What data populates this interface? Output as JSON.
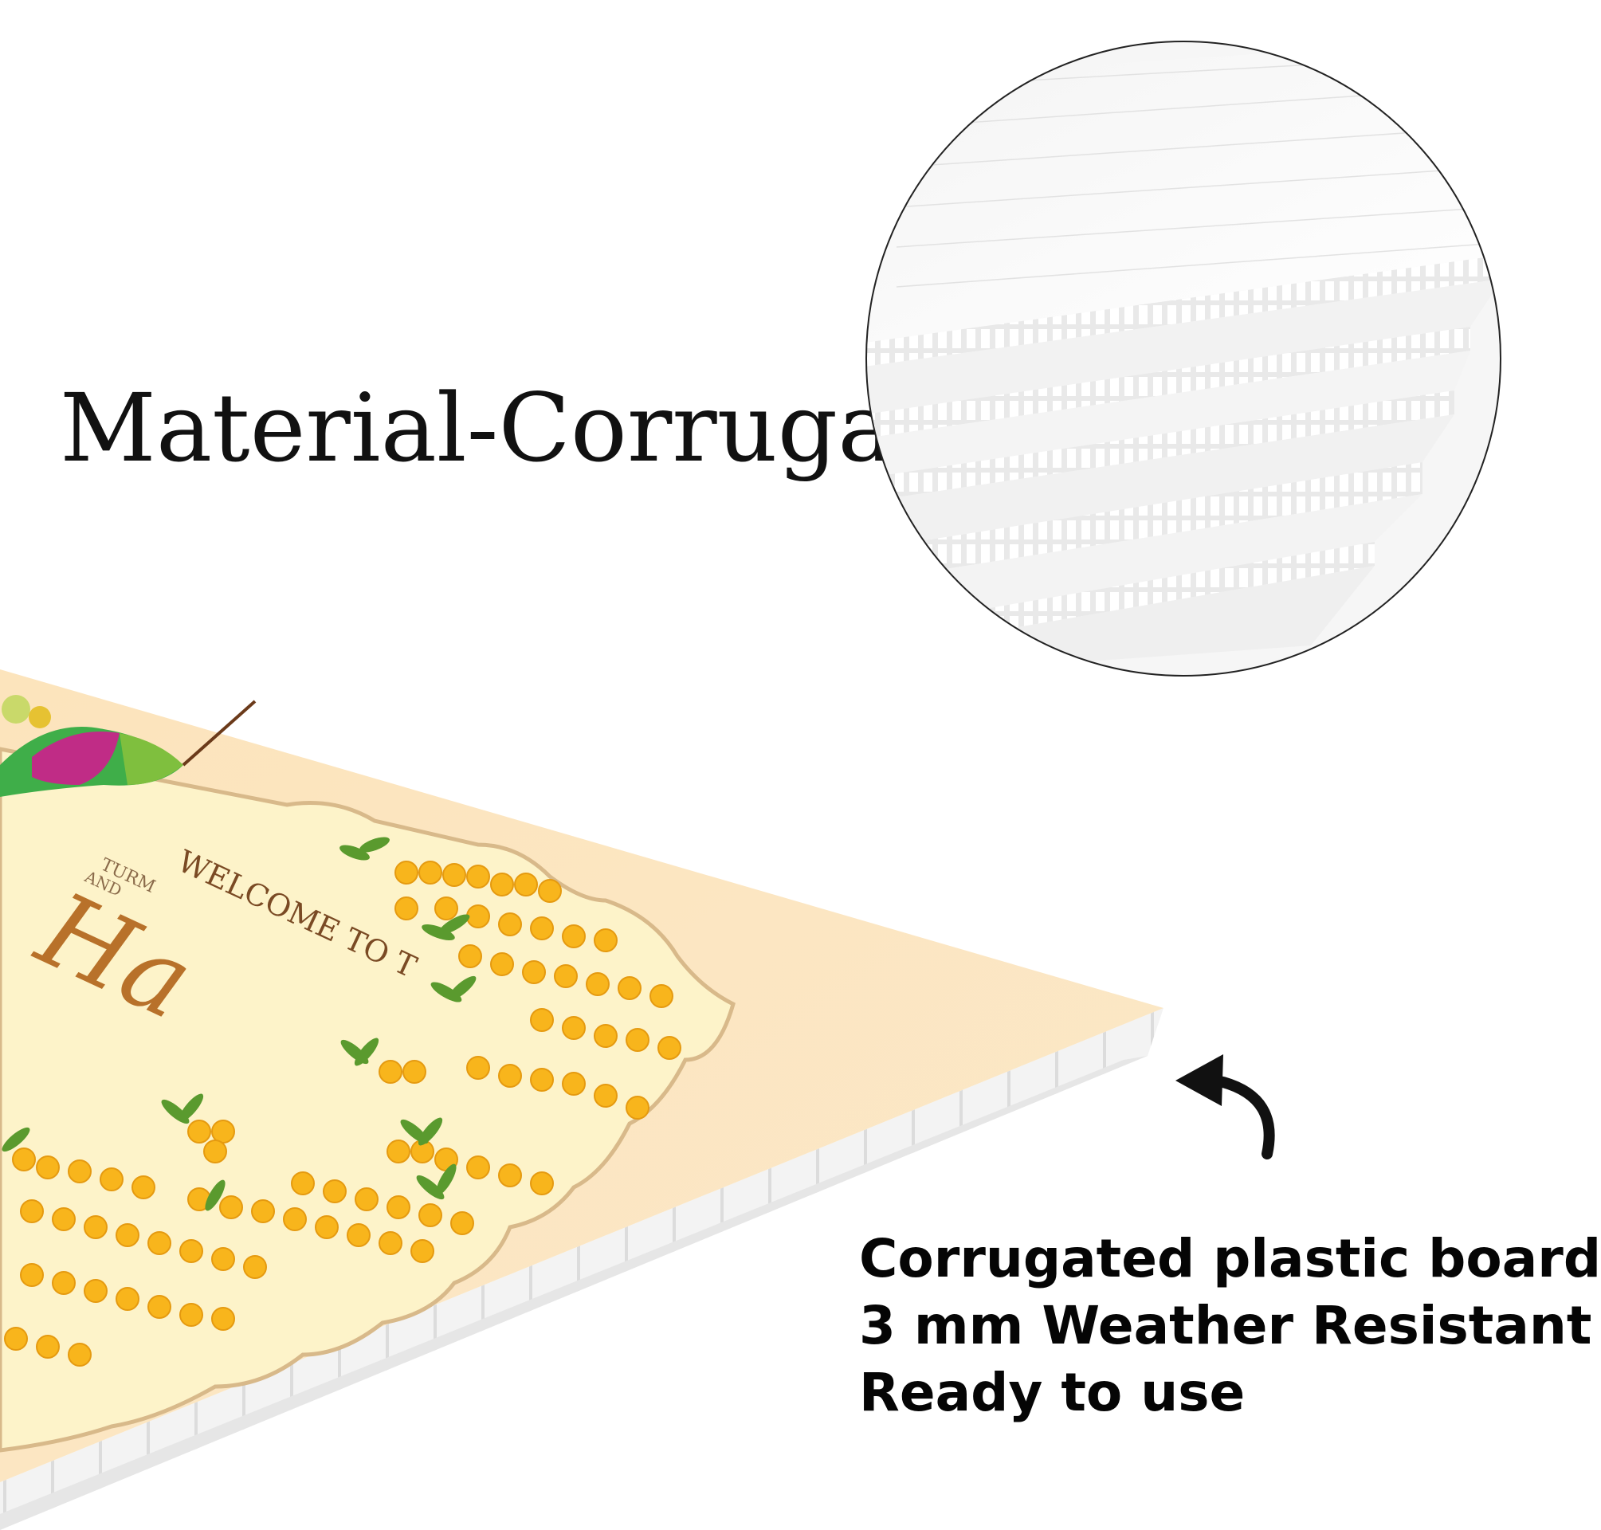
{
  "heading": "Material-Corrugated",
  "features": [
    "Corrugated plastic board",
    "3 mm Weather Resistant",
    "Ready to use"
  ],
  "sign": {
    "welcome_text": "WELCOME TO T",
    "line_small_1": "TURM",
    "line_small_2": "AND",
    "script_text": "Ha"
  },
  "icons": {
    "arrow": "curved-arrow-icon",
    "swatch": "corrugated-sheets-swatch"
  },
  "colors": {
    "heading": "#111111",
    "feature_text": "#050505",
    "sign_background": "#fbe7c4",
    "marigold": "#f8b51c",
    "leaf": "#5a9a2e",
    "script": "#b8712a"
  }
}
